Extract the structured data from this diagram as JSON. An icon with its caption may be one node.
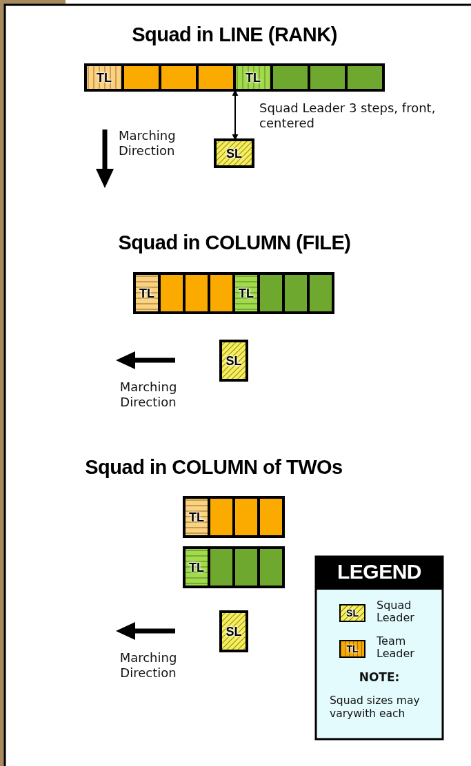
{
  "diagram": {
    "nodes": [
      {
        "text": [
          "TL"
        ]
      },
      {
        "text": [],
        "shape": "box"
      },
      {
        "text": [],
        "shape": "box"
      },
      {
        "text": [],
        "shape": "box"
      },
      {
        "text": [
          "TL"
        ]
      },
      {
        "text": [],
        "shape": "box"
      },
      {
        "text": [],
        "shape": "box"
      },
      {
        "text": [],
        "shape": "box"
      },
      {
        "text": [
          "SL"
        ]
      },
      {
        "text": [
          "TL"
        ]
      },
      {
        "text": [],
        "shape": "box"
      },
      {
        "text": [],
        "shape": "box"
      },
      {
        "text": [],
        "shape": "box"
      },
      {
        "text": [
          "TL"
        ]
      },
      {
        "text": [],
        "shape": "box"
      },
      {
        "text": [],
        "shape": "box"
      },
      {
        "text": [],
        "shape": "box"
      },
      {
        "text": [
          "SL"
        ]
      },
      {
        "text": [
          "TL"
        ]
      },
      {
        "text": [],
        "shape": "box"
      },
      {
        "text": [],
        "shape": "box"
      },
      {
        "text": [],
        "shape": "box"
      },
      {
        "text": [
          "TL"
        ]
      },
      {
        "text": [],
        "shape": "box"
      },
      {
        "text": [],
        "shape": "box"
      },
      {
        "text": [],
        "shape": "box"
      },
      {
        "text": [
          "SL"
        ]
      }
    ],
    "edges": [
      {
        "from": 4,
        "to": 8,
        "arrow": "both",
        "label": "Squad Leader 3 steps, front, centered"
      }
    ],
    "labels": [
      "Squad in LINE (RANK)",
      "Marching Direction",
      "Squad in COLUMN (FILE)",
      "Marching Direction",
      "Squad in COLUMN of TWOs",
      "Marching Direction",
      "LEGEND",
      "SL",
      "TL",
      "NOTE:",
      "Squad sizes may varywith each"
    ],
    "legend": [
      {
        "text": "Squad Leader",
        "color": "#f7ef5a"
      },
      {
        "text": "Team Leader",
        "color": "#f8a800"
      }
    ]
  }
}
